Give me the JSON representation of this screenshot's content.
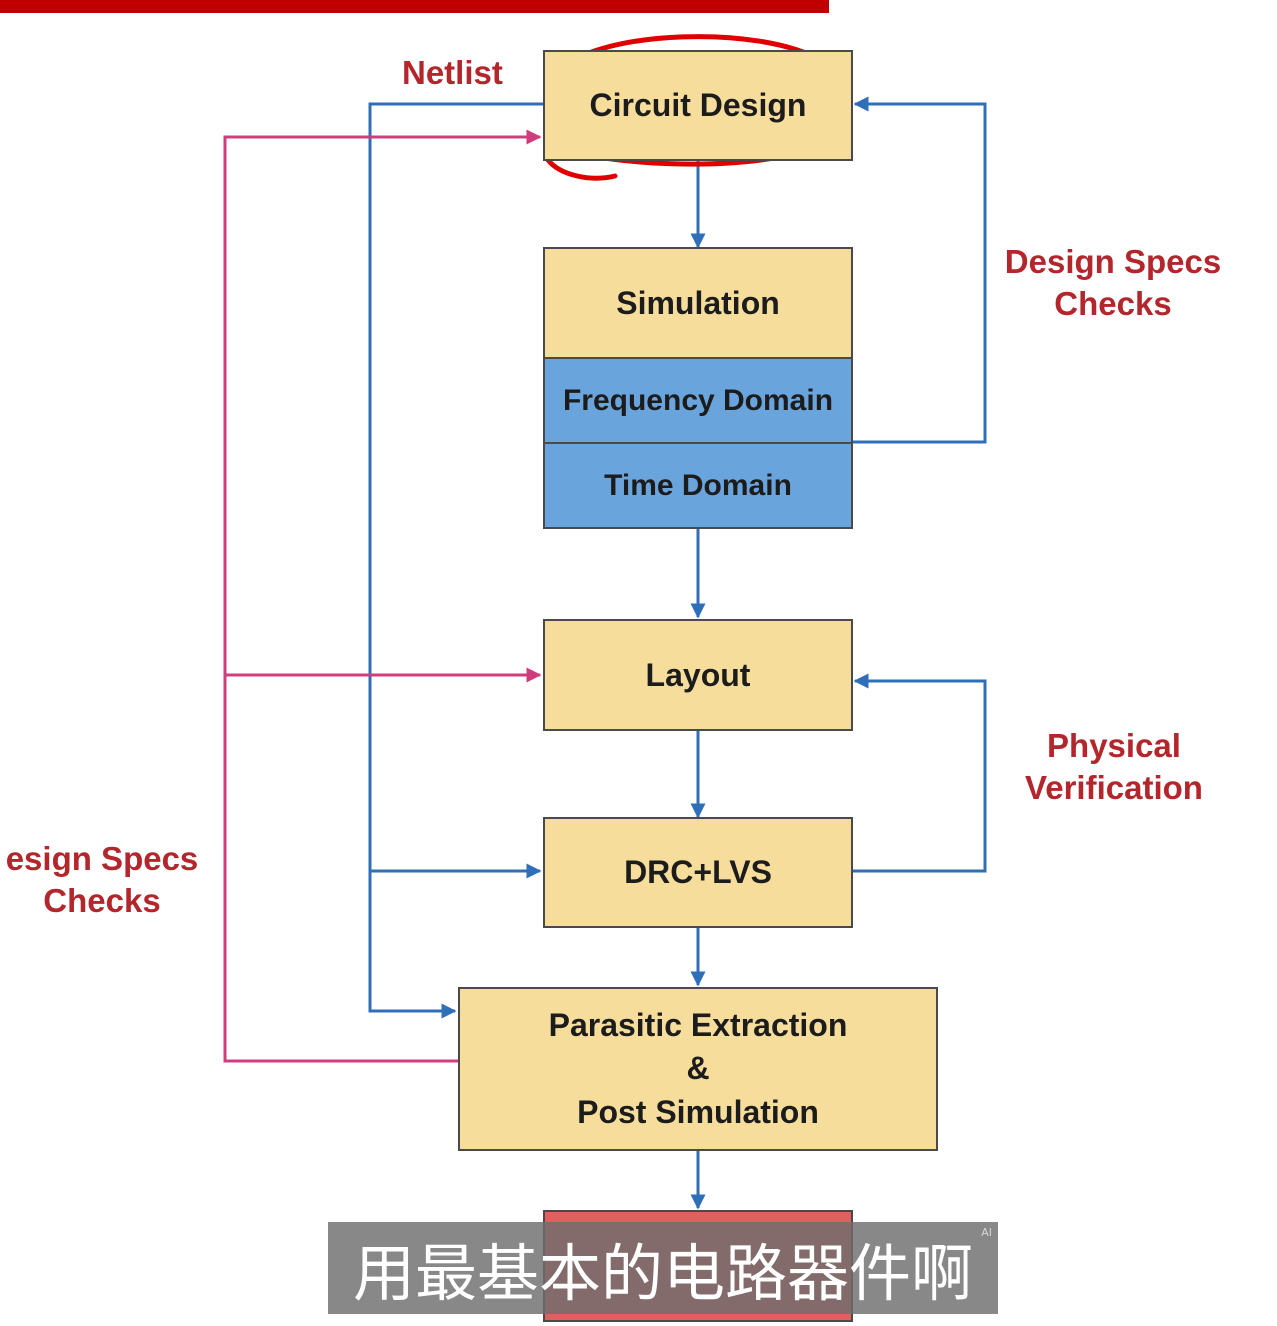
{
  "boxes": {
    "circuit_design": "Circuit Design",
    "simulation": "Simulation",
    "frequency_domain": "Frequency Domain",
    "time_domain": "Time Domain",
    "layout": "Layout",
    "drc_lvs": "DRC+LVS",
    "parasitic_line1": "Parasitic Extraction",
    "parasitic_line2": "&",
    "parasitic_line3": "Post Simulation"
  },
  "labels": {
    "netlist": "Netlist",
    "design_specs_right_1": "Design Specs",
    "design_specs_right_2": "Checks",
    "physical_1": "Physical",
    "physical_2": "Verification",
    "design_specs_left_1": "esign Specs",
    "design_specs_left_2": "Checks"
  },
  "subtitle": {
    "text": "用最基本的电路器件啊",
    "badge": "AI"
  },
  "colors": {
    "box_fill": "#f6dd9c",
    "domain_fill": "#6aa4dc",
    "final_box_fill": "#e0605e",
    "blue_arrow": "#2f6fba",
    "pink_arrow": "#d03c7c",
    "label_red": "#b3262c",
    "annotation_red": "#e00000"
  }
}
